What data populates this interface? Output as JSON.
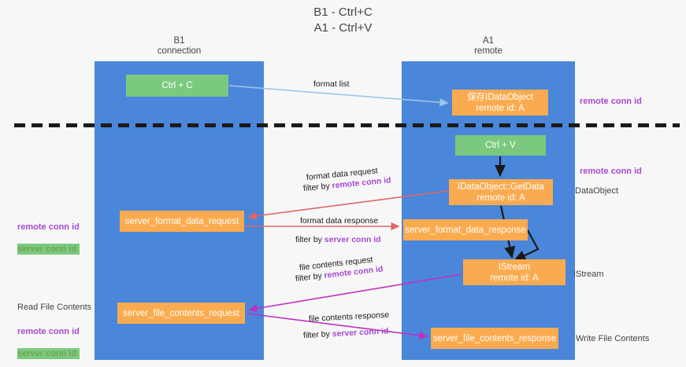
{
  "title": "B1 - Ctrl+C\nA1 - Ctrl+V",
  "lanes": [
    {
      "id": "b1",
      "title": "B1\nconnection",
      "color": "#4a86d9"
    },
    {
      "id": "a1",
      "title": "A1\nremote",
      "color": "#4a86d9"
    }
  ],
  "nodes": [
    {
      "id": "ctrlc",
      "label": "Ctrl + C",
      "color": "#7bc97f",
      "lane": "b1"
    },
    {
      "id": "idobj",
      "label": "保存IDataObject\nremote id: A",
      "color": "#fbab4f",
      "lane": "a1"
    },
    {
      "id": "ctrlv",
      "label": "Ctrl + V",
      "color": "#7bc97f",
      "lane": "a1"
    },
    {
      "id": "getdata",
      "label": "IDataObject::GetData\nremote id: A",
      "color": "#fbab4f",
      "lane": "a1"
    },
    {
      "id": "sfdreq",
      "label": "server_format_data_request",
      "color": "#fbab4f",
      "lane": "b1"
    },
    {
      "id": "sfdres",
      "label": "server_format_data_response",
      "color": "#fbab4f",
      "lane": "a1"
    },
    {
      "id": "istream",
      "label": "IStream\nremote id: A",
      "color": "#fbab4f",
      "lane": "a1"
    },
    {
      "id": "sfcreq",
      "label": "server_file_contents_request",
      "color": "#fbab4f",
      "lane": "b1"
    },
    {
      "id": "sfcres",
      "label": "server_file_contents_response",
      "color": "#fbab4f",
      "lane": "a1"
    }
  ],
  "edge_labels": {
    "format_list": "format list",
    "format_data_request": "format data request",
    "format_data_request_filter_prefix": "filter by ",
    "format_data_request_filter_key": "remote conn id",
    "format_data_response": "format data response",
    "format_data_response_filter_prefix": "filter by ",
    "format_data_response_filter_key": "server conn id",
    "file_contents_request": "file contents request",
    "file_contents_request_filter_prefix": "filter by ",
    "file_contents_request_filter_key": "remote conn id",
    "file_contents_response": "file contents response",
    "file_contents_response_filter_prefix": "filter by ",
    "file_contents_response_filter_key": "server conn id"
  },
  "notes": {
    "remote_conn_id_top": "remote conn id",
    "remote_conn_id_mid": "remote conn id",
    "dataobject": "DataObject",
    "istream": "IStream",
    "write_file_contents": "Write File Contents",
    "read_file_contents": "Read File Contents",
    "left_stack_1_purple": "remote conn id",
    "left_stack_1_green": "server conn id",
    "left_stack_2_purple": "remote conn id",
    "left_stack_2_green": "server conn id"
  },
  "colors": {
    "lane": "#4a86d9",
    "green_node": "#7bc97f",
    "orange_node": "#fbab4f",
    "purple_text": "#a64ad0",
    "green_text": "#6aa84f",
    "arrow_blue": "#9fc5e8",
    "arrow_red": "#e06666",
    "arrow_magenta": "#c030c0",
    "arrow_dark": "#1a1a1a"
  }
}
